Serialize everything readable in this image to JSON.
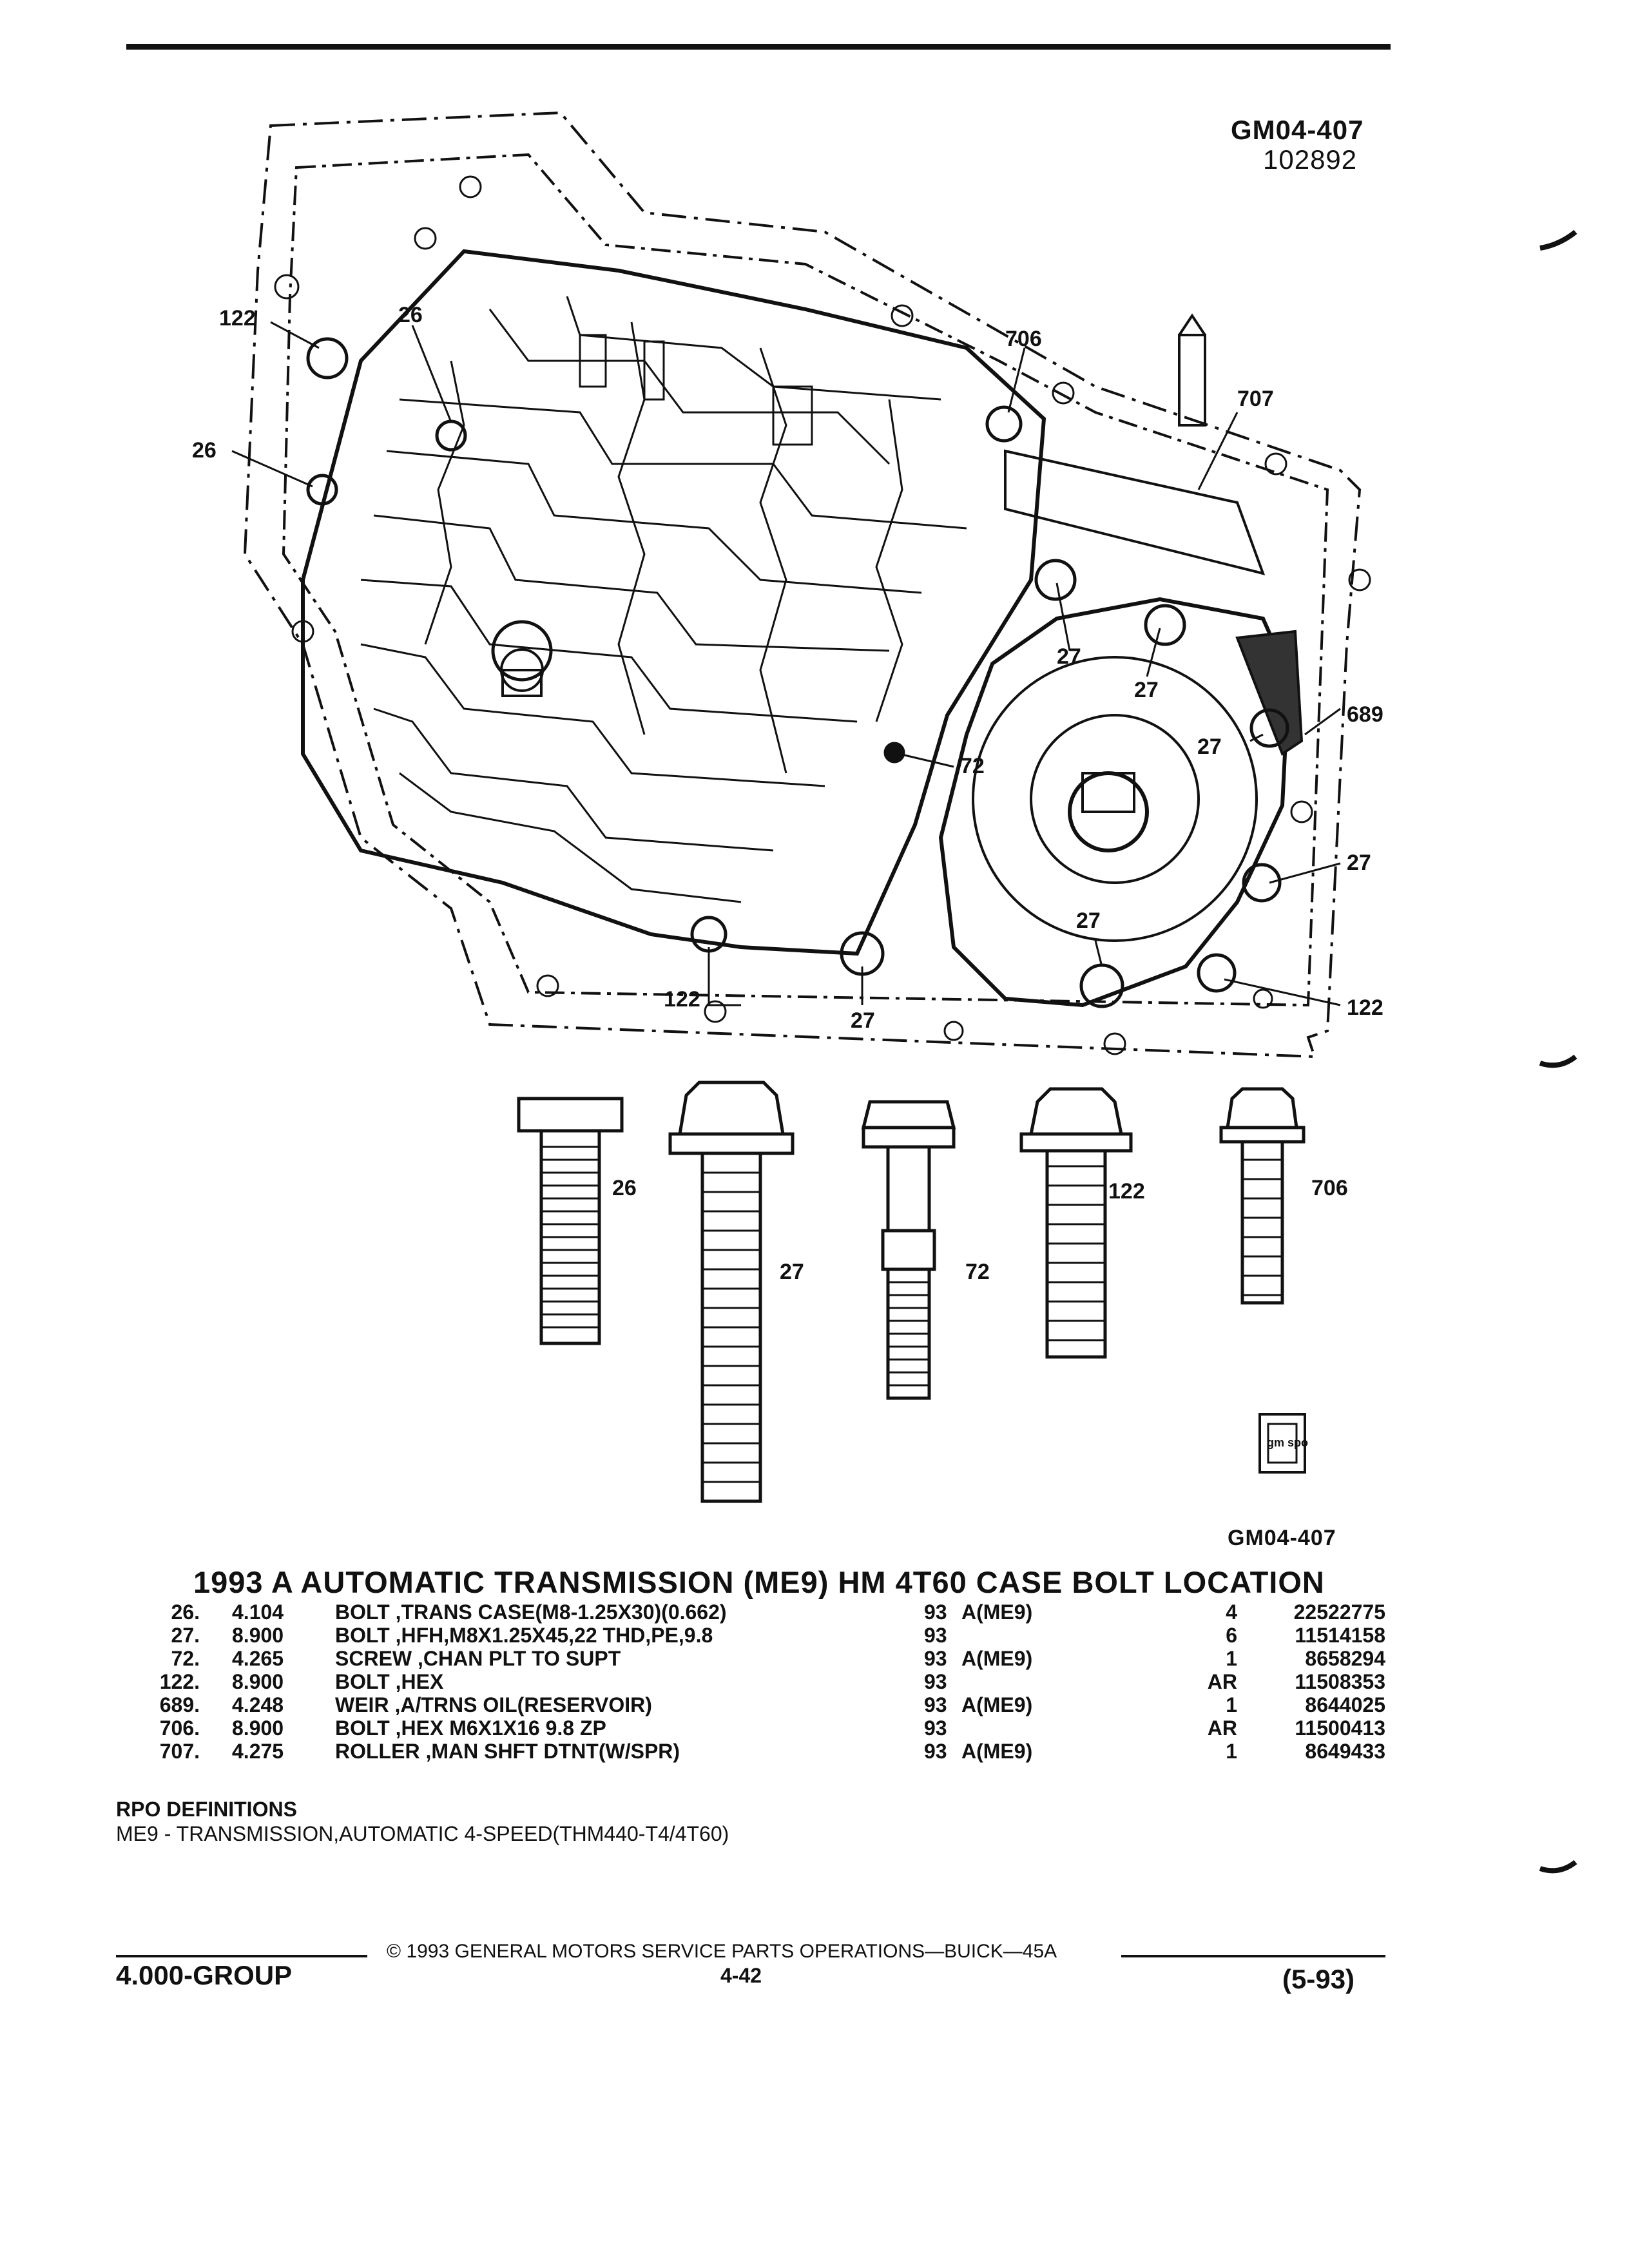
{
  "figure": {
    "id_top": "GM04-407",
    "num_top": "102892",
    "id_bottom": "GM04-407",
    "rpo_icon_text": "gm spo",
    "callouts": [
      "122",
      "26",
      "26",
      "706",
      "707",
      "27",
      "27",
      "27",
      "689",
      "72",
      "27",
      "27",
      "122",
      "27",
      "122"
    ],
    "bolt_labels": [
      "26",
      "27",
      "72",
      "122",
      "706"
    ]
  },
  "title": "1993 A AUTOMATIC TRANSMISSION (ME9) HM 4T60 CASE BOLT LOCATION",
  "parts": [
    {
      "item": "26.",
      "code": "4.104",
      "desc": "BOLT ,TRANS CASE(M8-1.25X30)(0.662)",
      "yr": "93",
      "app": "A(ME9)",
      "qty": "4",
      "part": "22522775"
    },
    {
      "item": "27.",
      "code": "8.900",
      "desc": "BOLT ,HFH,M8X1.25X45,22 THD,PE,9.8",
      "yr": "93",
      "app": "",
      "qty": "6",
      "part": "11514158"
    },
    {
      "item": "72.",
      "code": "4.265",
      "desc": "SCREW ,CHAN PLT TO SUPT",
      "yr": "93",
      "app": "A(ME9)",
      "qty": "1",
      "part": "8658294"
    },
    {
      "item": "122.",
      "code": "8.900",
      "desc": "BOLT ,HEX",
      "yr": "93",
      "app": "",
      "qty": "AR",
      "part": "11508353"
    },
    {
      "item": "689.",
      "code": "4.248",
      "desc": "WEIR ,A/TRNS OIL(RESERVOIR)",
      "yr": "93",
      "app": "A(ME9)",
      "qty": "1",
      "part": "8644025"
    },
    {
      "item": "706.",
      "code": "8.900",
      "desc": "BOLT ,HEX M6X1X16 9.8 ZP",
      "yr": "93",
      "app": "",
      "qty": "AR",
      "part": "11500413"
    },
    {
      "item": "707.",
      "code": "4.275",
      "desc": "ROLLER ,MAN SHFT DTNT(W/SPR)",
      "yr": "93",
      "app": "A(ME9)",
      "qty": "1",
      "part": "8649433"
    }
  ],
  "rpo": {
    "heading": "RPO DEFINITIONS",
    "definition": "ME9 - TRANSMISSION,AUTOMATIC 4-SPEED(THM440-T4/4T60)"
  },
  "footer": {
    "group": "4.000-GROUP",
    "copyright": "© 1993 GENERAL MOTORS SERVICE PARTS OPERATIONS—BUICK—45A",
    "page": "4-42",
    "date": "(5-93)"
  }
}
